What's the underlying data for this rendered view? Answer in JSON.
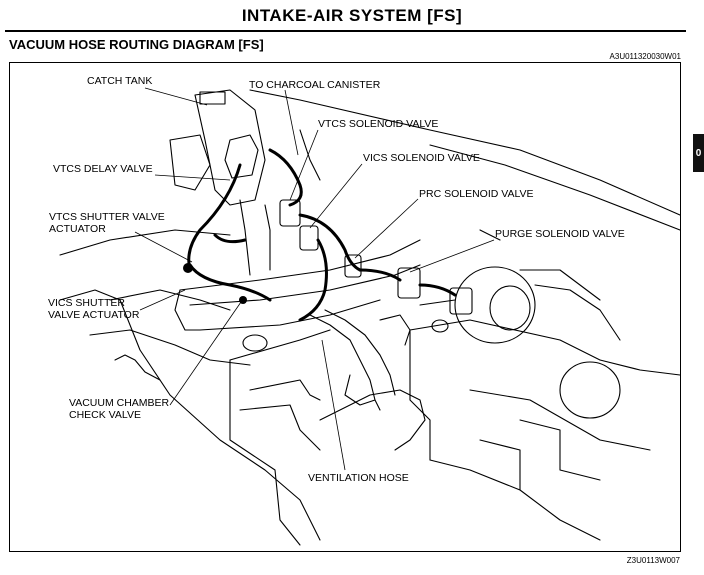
{
  "header": {
    "title": "INTAKE-AIR SYSTEM [FS]",
    "section_title": "VACUUM HOSE ROUTING DIAGRAM [FS]",
    "figure_code_top": "A3U011320030W01",
    "figure_code_bottom": "Z3U0113W007",
    "side_tab": "0"
  },
  "callouts": {
    "catch_tank": "CATCH TANK",
    "to_charcoal_canister": "TO CHARCOAL CANISTER",
    "vtcs_solenoid_valve": "VTCS SOLENOID VALVE",
    "vtcs_delay_valve": "VTCS DELAY VALVE",
    "vics_solenoid_valve": "VICS SOLENOID VALVE",
    "prc_solenoid_valve": "PRC SOLENOID VALVE",
    "vtcs_shutter_valve_actuator_1": "VTCS SHUTTER VALVE",
    "vtcs_shutter_valve_actuator_2": "ACTUATOR",
    "purge_solenoid_valve": "PURGE SOLENOID VALVE",
    "vics_shutter_valve_actuator_1": "VICS SHUTTER",
    "vics_shutter_valve_actuator_2": "VALVE ACTUATOR",
    "vacuum_chamber_check_valve_1": "VACUUM CHAMBER",
    "vacuum_chamber_check_valve_2": "CHECK VALVE",
    "ventilation_hose": "VENTILATION HOSE"
  }
}
